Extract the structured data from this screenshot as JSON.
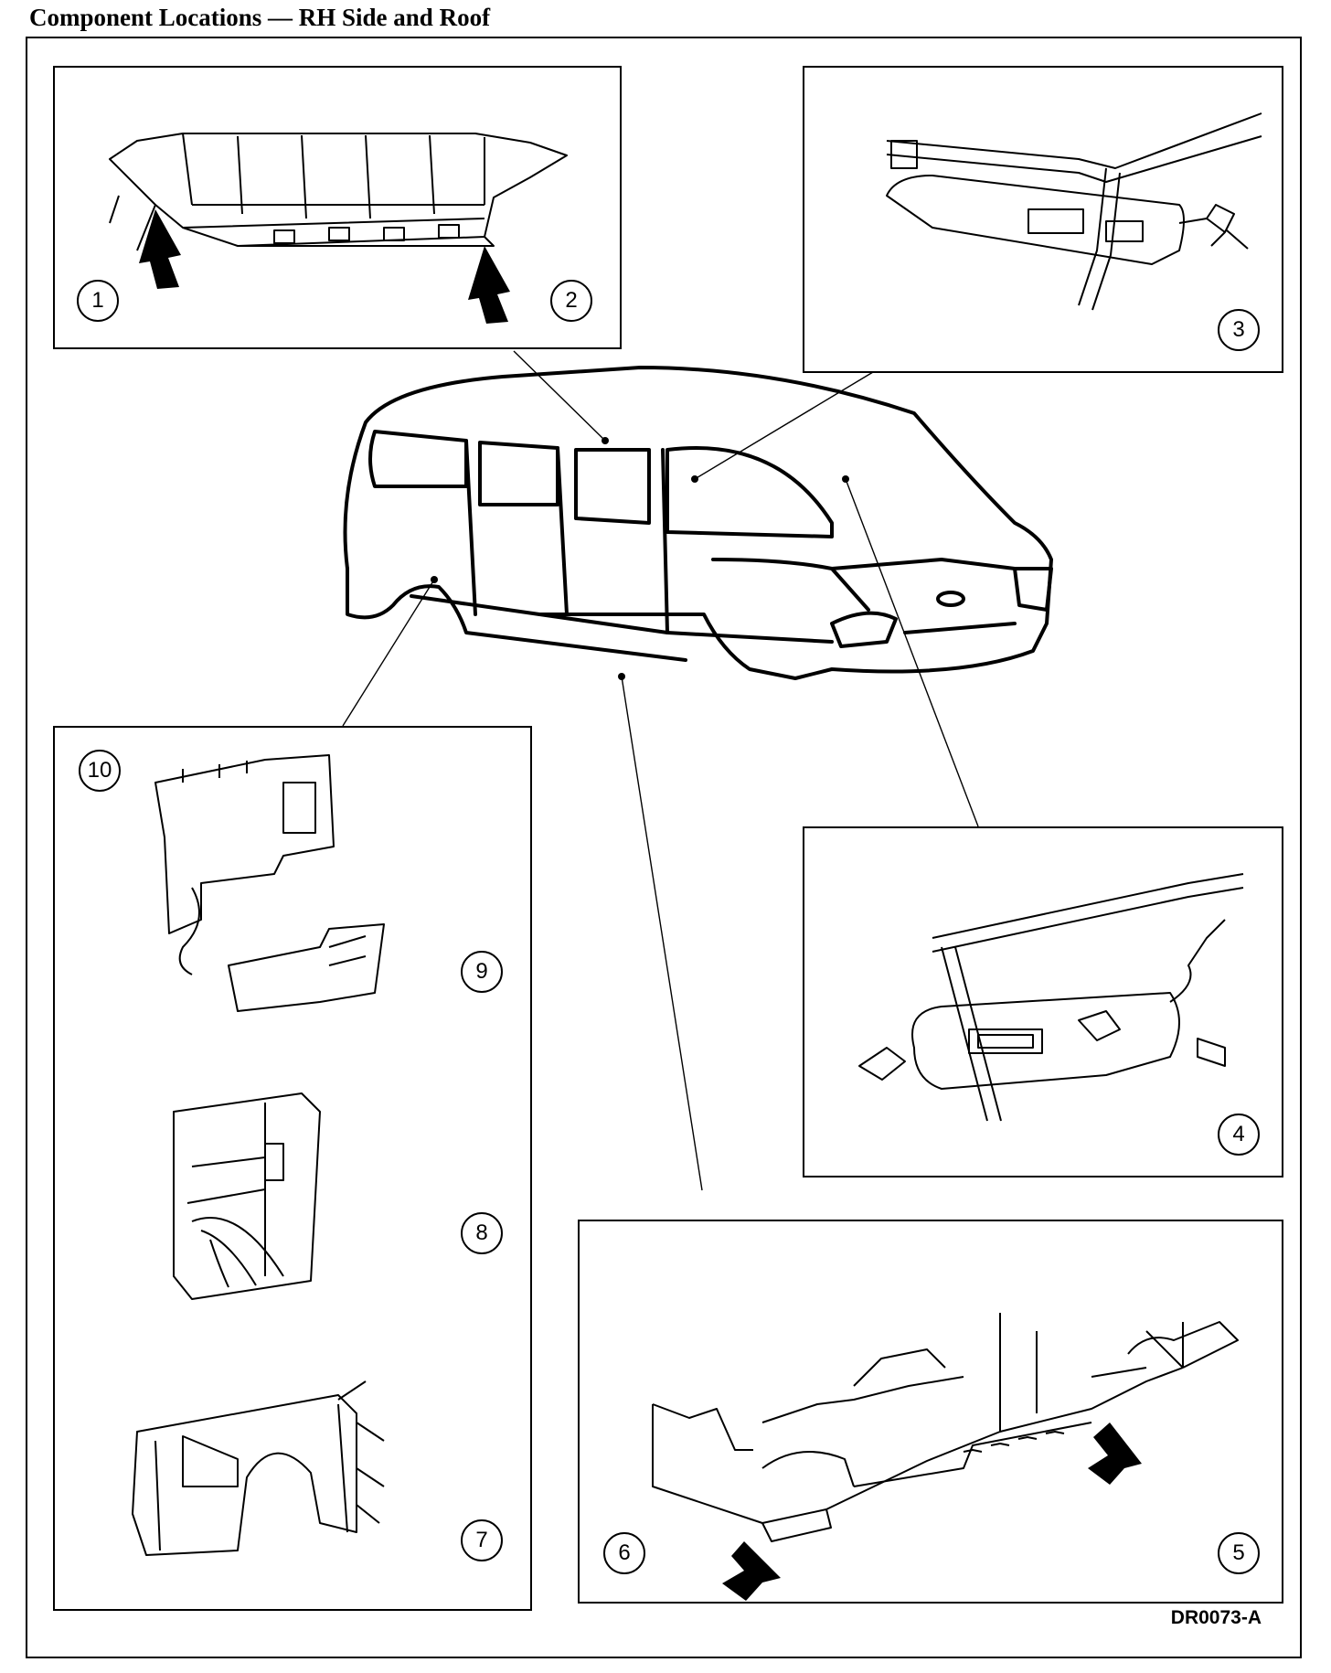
{
  "title": "Component Locations — RH Side and Roof",
  "drawing_code": "DR0073-A",
  "callouts": {
    "c1": "1",
    "c2": "2",
    "c3": "3",
    "c4": "4",
    "c5": "5",
    "c6": "6",
    "c7": "7",
    "c8": "8",
    "c9": "9",
    "c10": "10"
  },
  "colors": {
    "ink": "#000000",
    "paper": "#ffffff"
  }
}
